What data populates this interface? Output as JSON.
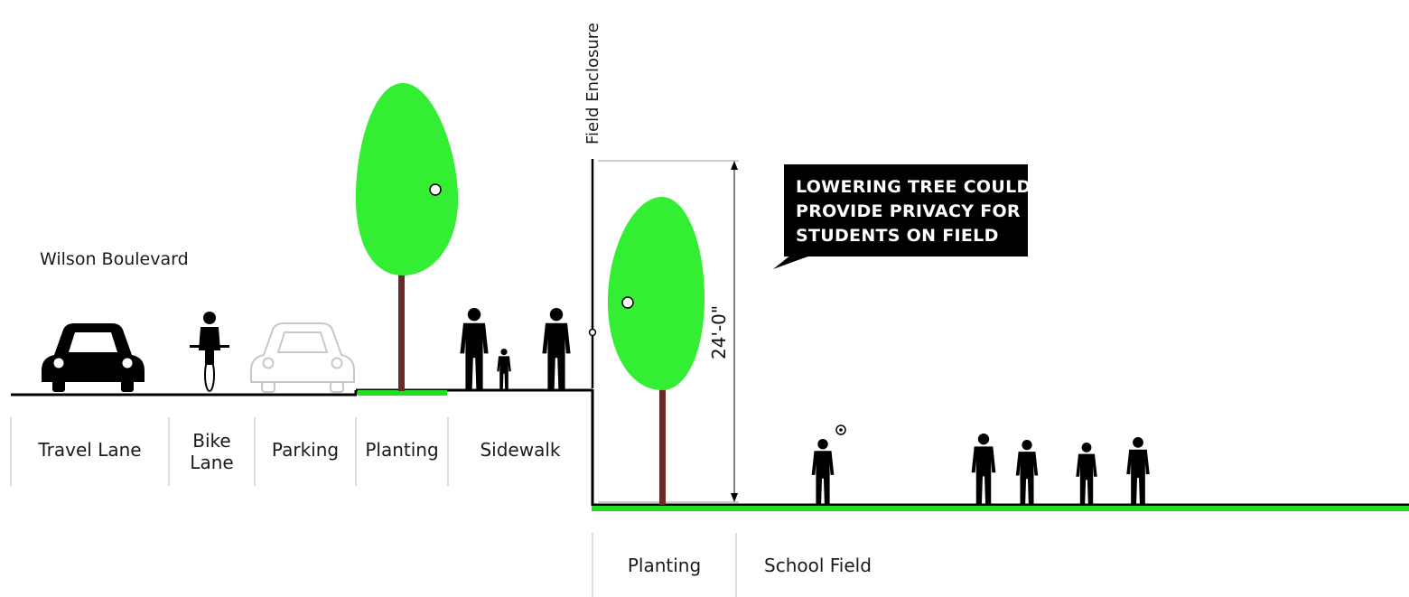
{
  "street_name": "Wilson Boulevard",
  "enclosure_label": "Field Enclosure",
  "dimension_label": "24'-0\"",
  "callout": {
    "lines": [
      "LOWERING TREE COULD",
      "PROVIDE PRIVACY FOR",
      "STUDENTS ON FIELD"
    ]
  },
  "street_zones": [
    {
      "id": "travel-lane",
      "lines": [
        "Travel Lane"
      ]
    },
    {
      "id": "bike-lane",
      "lines": [
        "Bike",
        "Lane"
      ]
    },
    {
      "id": "parking",
      "lines": [
        "Parking"
      ]
    },
    {
      "id": "planting",
      "lines": [
        "Planting"
      ]
    },
    {
      "id": "sidewalk",
      "lines": [
        "Sidewalk"
      ]
    }
  ],
  "field_zones": [
    {
      "id": "field-planting",
      "lines": [
        "Planting"
      ]
    },
    {
      "id": "school-field",
      "lines": [
        "School Field"
      ]
    }
  ],
  "colors": {
    "foliage": "#33ee33",
    "trunk": "#6b2a2a",
    "grass": "#22dd22",
    "ink": "#000000"
  }
}
